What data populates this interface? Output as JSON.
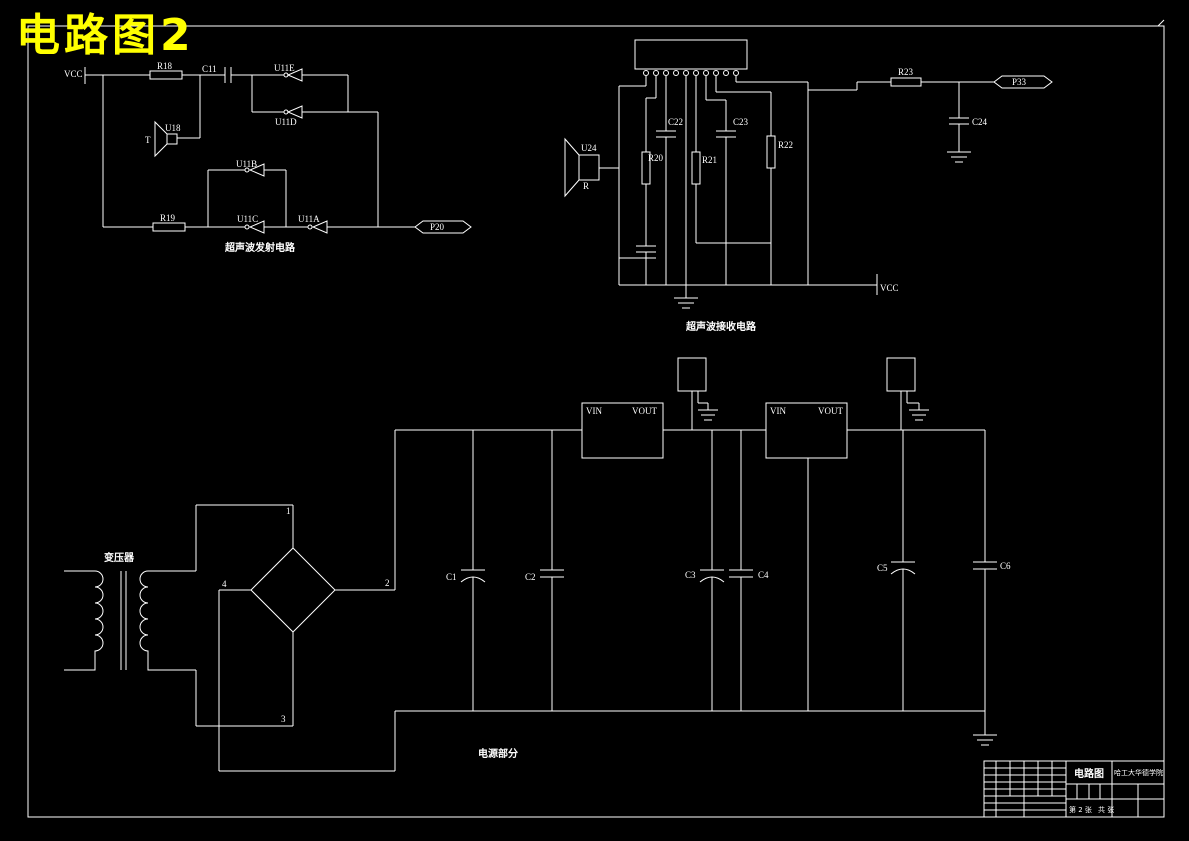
{
  "title": "电路图2",
  "labels": {
    "vcc_tx": "VCC",
    "r18": "R18",
    "c11": "C11",
    "u11e": "U11E",
    "u11d": "U11D",
    "u18": "U18",
    "t": "T",
    "u11b": "U11B",
    "r19": "R19",
    "u11c": "U11C",
    "u11a": "U11A",
    "p20": "P20",
    "tx_caption": "超声波发射电路",
    "u24": "U24",
    "r_mark": "R",
    "c22": "C22",
    "c23": "C23",
    "r20": "R20",
    "r21": "R21",
    "r22": "R22",
    "r23": "R23",
    "p33": "P33",
    "c24": "C24",
    "vcc_rx": "VCC",
    "rx_caption": "超声波接收电路",
    "vin1": "VIN",
    "vout1": "VOUT",
    "vin2": "VIN",
    "vout2": "VOUT",
    "transformer": "变压器",
    "pin1": "1",
    "pin2": "2",
    "pin3": "3",
    "pin4": "4",
    "c1": "C1",
    "c2": "C2",
    "c3": "C3",
    "c4": "C4",
    "c5": "C5",
    "c6": "C6",
    "psu_caption": "电源部分"
  },
  "title_block": {
    "drawing_name": "电路图",
    "school": "哈工大华德学院",
    "sheet": "第 2 张",
    "total": "共 张"
  }
}
